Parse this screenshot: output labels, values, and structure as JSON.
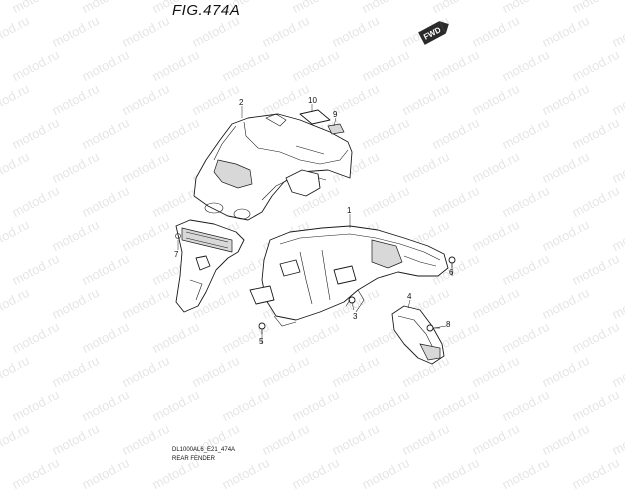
{
  "figure": {
    "title": "FIG.474A",
    "direction_badge": "FWD",
    "footer_code": "DL1000AL6_E21_474A",
    "footer_name": "REAR FENDER"
  },
  "watermark": "motod.ru",
  "callouts": {
    "p1": "1",
    "p2": "2",
    "p3": "3",
    "p4": "4",
    "p5": "5",
    "p6": "6",
    "p7": "7",
    "p8": "8",
    "p9": "9",
    "p10": "10"
  },
  "colors": {
    "line": "#1a1a1a",
    "shade": "#d8d8d8",
    "watermark": "#e6e6e6"
  }
}
